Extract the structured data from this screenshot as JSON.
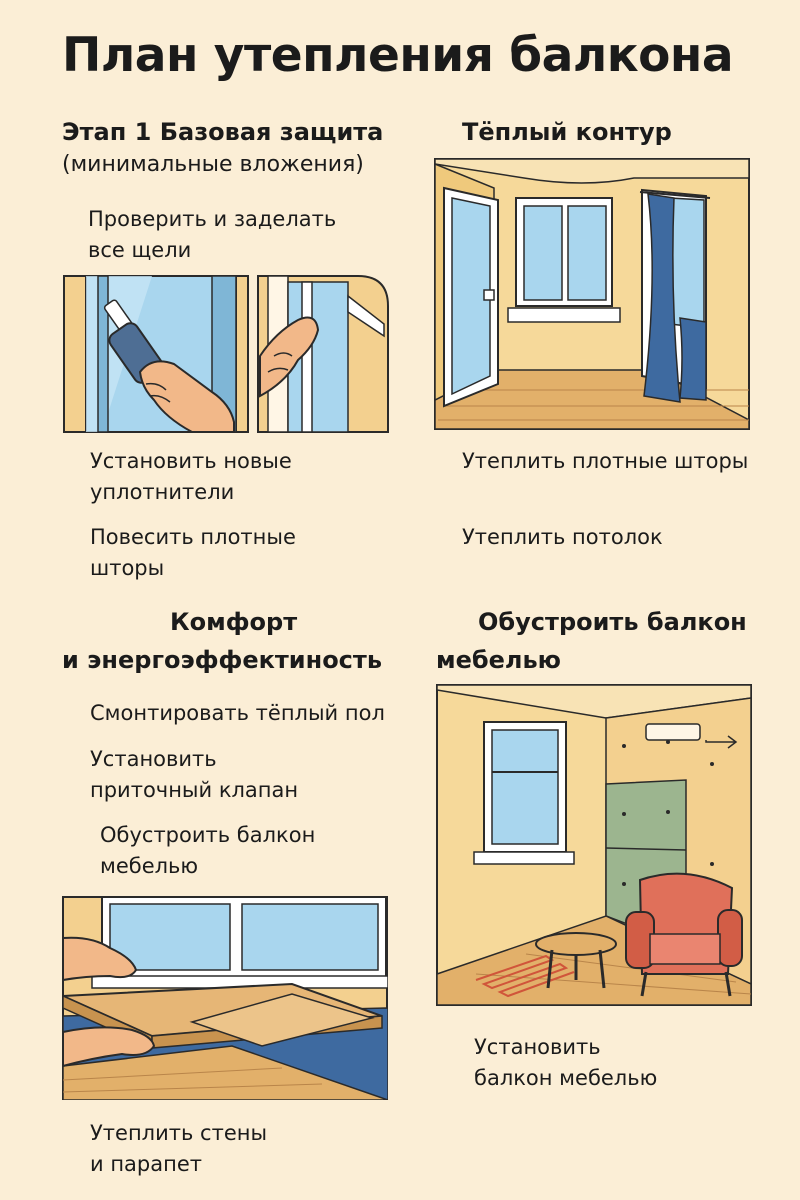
{
  "title": "План утепления балкона",
  "stage1": {
    "heading": "Этап 1  Базовая защита",
    "subheading": "(минимальные вложения)",
    "items": [
      [
        "Проверить и заделать",
        "все щели"
      ],
      [
        "Установить новые",
        "уплотнители"
      ],
      [
        "Повесить плотные",
        "шторы"
      ]
    ]
  },
  "warm": {
    "heading": "Тёплый контур",
    "items": [
      [
        "Утеплить плотные шторы"
      ],
      [
        "Утеплить потолок"
      ]
    ]
  },
  "comfort": {
    "heading_line1": "Комфорт",
    "heading_line2": "и энергоэффектиность",
    "items": [
      [
        "Смонтировать тёплый пол"
      ],
      [
        "Установить",
        "приточный клапан"
      ],
      [
        "Обустроить балкон",
        "мебелью"
      ]
    ],
    "bottom_item": [
      "Утеплить стены",
      "и парапет"
    ]
  },
  "furnish": {
    "heading_line1": "Обустроить балкон",
    "heading_line2": "мебелью",
    "item": [
      "Установить",
      "балкон мебелью"
    ]
  },
  "colors": {
    "background": "#fbeed6",
    "wall": "#f6d99a",
    "glass": "#a9d6ee",
    "outline": "#2a2a2a",
    "curtain": "#3e6aa0",
    "wood": "#e2b06a",
    "green_panel": "#9cb58f",
    "armchair": "#e0705a",
    "floor_heating": "#d0553a"
  },
  "icons": [
    "sealant-gun-icon",
    "hand-icon",
    "radiator-icon",
    "arrow-right-icon"
  ]
}
